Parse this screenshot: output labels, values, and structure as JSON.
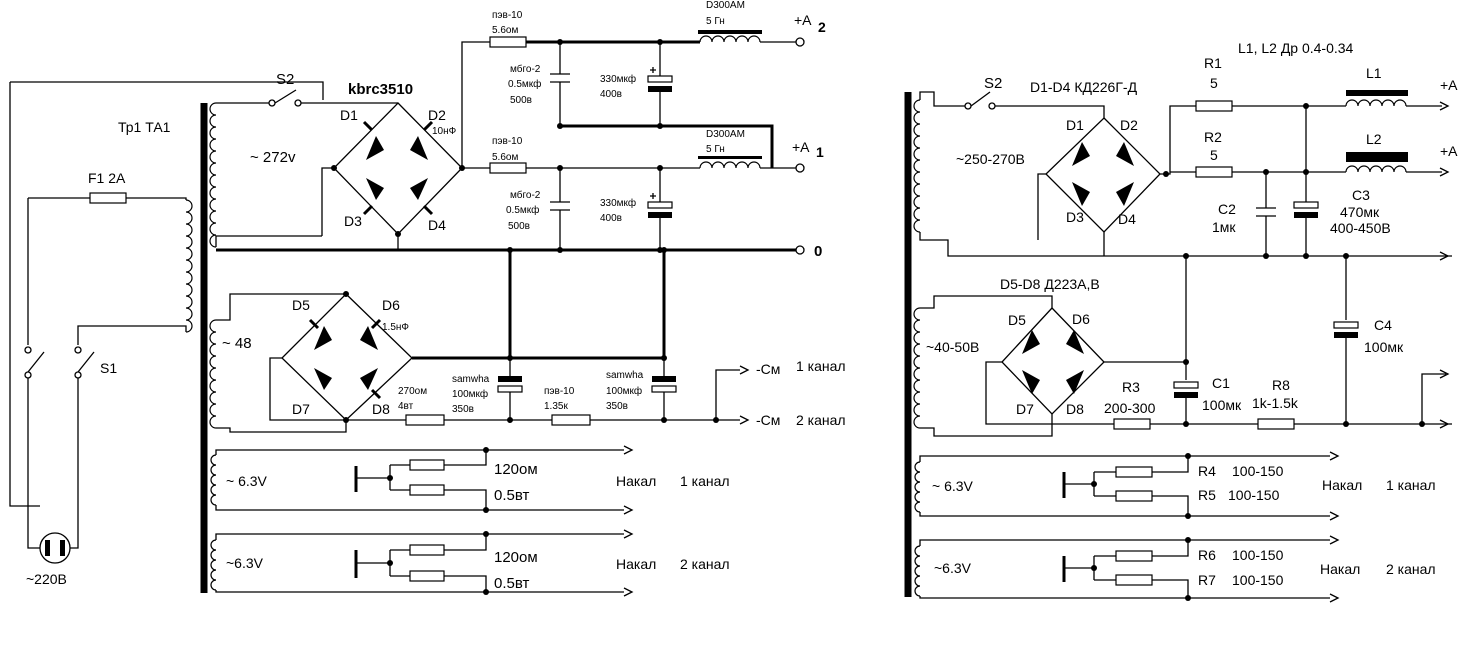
{
  "left": {
    "transformer": "Тр1 ТА1",
    "fuse": "F1 2A",
    "switch_s1": "S1",
    "switch_s2": "S2",
    "mains": "~220В",
    "bridge_main": "kbrc3510",
    "v_high": "~ 272v",
    "v_bias": "~ 48",
    "v_heat1": "~ 6.3V",
    "v_heat2": "~6.3V",
    "diodes": {
      "d1": "D1",
      "d2": "D2",
      "d3": "D3",
      "d4": "D4",
      "d5": "D5",
      "d6": "D6",
      "d7": "D7",
      "d8": "D8"
    },
    "cap_d2": "10нФ",
    "cap_d6": "1.5нФ",
    "ch2": {
      "res_type": "пэв-10",
      "res_val": "5.6ом",
      "choke": "D300AM",
      "choke_val": "5 Гн",
      "cap_type": "мбго-2",
      "cap_val": "0.5мкф",
      "cap_v": "500в",
      "ecap": "330мкф",
      "ecap_v": "400в",
      "out": "+A",
      "num": "2"
    },
    "ch1": {
      "res_type": "пэв-10",
      "res_val": "5.6ом",
      "choke": "D300AM",
      "choke_val": "5 Гн",
      "cap_type": "мбго-2",
      "cap_val": "0.5мкф",
      "cap_v": "500в",
      "ecap": "330мкф",
      "ecap_v": "400в",
      "out": "+A",
      "num": "1"
    },
    "zero": "0",
    "bias": {
      "r1": "270ом",
      "r1b": "4вт",
      "c1a": "samwha",
      "c1b": "100мкф",
      "c1c": "350в",
      "r2a": "пэв-10",
      "r2b": "1.35к",
      "c2a": "samwha",
      "c2b": "100мкф",
      "c2c": "350в",
      "out1": "-См",
      "lbl1": "1 канал",
      "out2": "-См",
      "lbl2": "2 канал"
    },
    "heat1": {
      "r": "120ом",
      "p": "0.5вт",
      "label": "Накал",
      "ch": "1 канал"
    },
    "heat2": {
      "r": "120ом",
      "p": "0.5вт",
      "label": "Накал",
      "ch": "2 канал"
    }
  },
  "right": {
    "switch_s2": "S2",
    "v_high": "~250-270В",
    "v_bias": "~40-50В",
    "v_heat1": "~ 6.3V",
    "v_heat2": "~6.3V",
    "bridge_main": "D1-D4 КД226Г-Д",
    "bridge_bias": "D5-D8 Д223А,В",
    "chokes": "L1, L2  Др 0.4-0.34",
    "diodes": {
      "d1": "D1",
      "d2": "D2",
      "d3": "D3",
      "d4": "D4",
      "d5": "D5",
      "d6": "D6",
      "d7": "D7",
      "d8": "D8"
    },
    "r1": "R1",
    "r1v": "5",
    "r2": "R2",
    "r2v": "5",
    "l1": "L1",
    "l2": "L2",
    "outA1": "+A",
    "outA2": "+A",
    "c2": "C2",
    "c2v": "1мк",
    "c3": "C3",
    "c3v": "470мк",
    "c3u": "400-450В",
    "c4": "C4",
    "c4v": "100мк",
    "c1": "C1",
    "c1v": "100мк",
    "r3": "R3",
    "r3v": "200-300",
    "r8": "R8",
    "r8v": "1k-1.5k",
    "r4": "R4",
    "r4v": "100-150",
    "r5": "R5",
    "r5v": "100-150",
    "r6": "R6",
    "r6v": "100-150",
    "r7": "R7",
    "r7v": "100-150",
    "heat1": {
      "label": "Накал",
      "ch": "1 канал"
    },
    "heat2": {
      "label": "Накал",
      "ch": "2 канал"
    }
  }
}
